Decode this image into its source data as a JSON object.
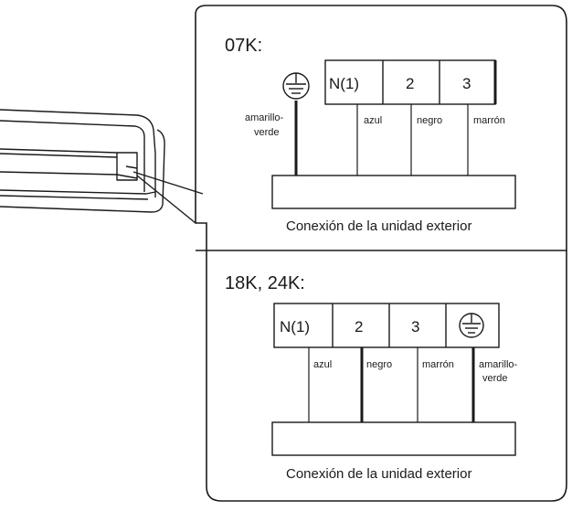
{
  "unit_07k": {
    "heading": "07K:",
    "terminals": [
      "N(1)",
      "2",
      "3"
    ],
    "ground_label_line1": "amarillo-",
    "ground_label_line2": "verde",
    "wire_labels": [
      "azul",
      "negro",
      "marrón"
    ],
    "caption": "Conexión de la unidad exterior"
  },
  "unit_18k_24k": {
    "heading": "18K, 24K:",
    "terminals": [
      "N(1)",
      "2",
      "3"
    ],
    "ground_label_line1": "amarillo-",
    "ground_label_line2": "verde",
    "wire_labels": [
      "azul",
      "negro",
      "marrón"
    ],
    "caption": "Conexión de la unidad exterior"
  },
  "icons": {
    "ground": "ground-symbol-icon"
  },
  "colors": {
    "line": "#1a1a1a",
    "background": "#ffffff"
  }
}
